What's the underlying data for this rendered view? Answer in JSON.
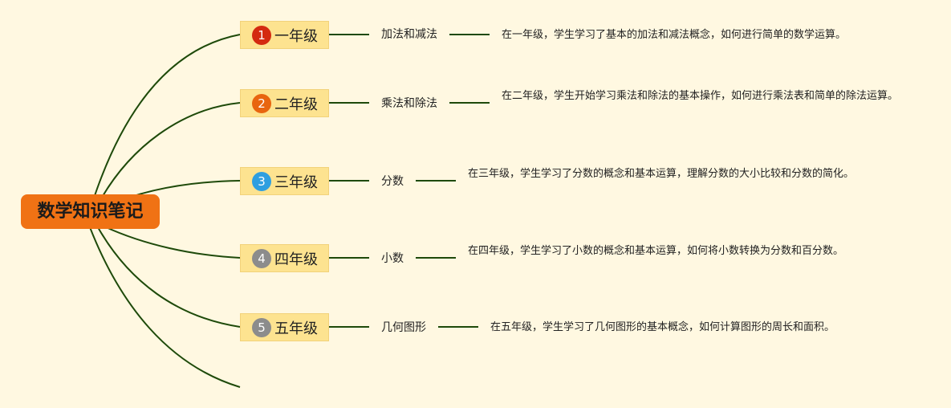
{
  "root": {
    "title": "数学知识笔记"
  },
  "colors": {
    "background": "#fff8e1",
    "root_fill": "#f07214",
    "grade_fill": "#fde390",
    "branch_line": "#1e4a0a"
  },
  "grades": [
    {
      "number": "1",
      "label": "一年级",
      "badge_color": "#d42a10",
      "topic": "加法和减法",
      "description": "在一年级，学生学习了基本的加法和减法概念，如何进行简单的数学运算。"
    },
    {
      "number": "2",
      "label": "二年级",
      "badge_color": "#e8650f",
      "topic": "乘法和除法",
      "description": "在二年级，学生开始学习乘法和除法的基本操作，如何进行乘法表和简单的除法运算。"
    },
    {
      "number": "3",
      "label": "三年级",
      "badge_color": "#2e9fe0",
      "topic": "分数",
      "description": "在三年级，学生学习了分数的概念和基本运算，理解分数的大小比较和分数的简化。"
    },
    {
      "number": "4",
      "label": "四年级",
      "badge_color": "#8c8c8c",
      "topic": "小数",
      "description": "在四年级，学生学习了小数的概念和基本运算，如何将小数转换为分数和百分数。"
    },
    {
      "number": "5",
      "label": "五年级",
      "badge_color": "#8c8c8c",
      "topic": "几何图形",
      "description": "在五年级，学生学习了几何图形的基本概念，如何计算图形的周长和面积。"
    }
  ]
}
